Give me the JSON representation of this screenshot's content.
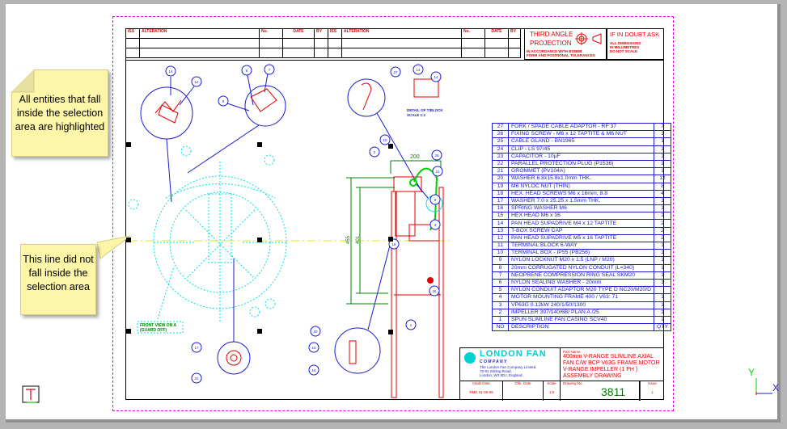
{
  "revision_table": {
    "headers_left": [
      "ISS",
      "ALTERATION",
      "No.",
      "DATE",
      "BY"
    ],
    "headers_right": [
      "ISS",
      "ALTERATION",
      "No.",
      "DATE",
      "BY"
    ]
  },
  "projection": {
    "title_line1": "THIRD ANGLE",
    "title_line2": "PROJECTION",
    "note_line1": "IN ACCORDANCE WITH BS8888",
    "note_line2": "FORM AND POSITIONAL TOLERANCES"
  },
  "doubt": {
    "title": "IF IN DOUBT ASK",
    "line1": "ALL DIMENSIONS",
    "line2": "IN MILLIMETRES",
    "line3": "DO NOT SCALE"
  },
  "parts_list": {
    "header": {
      "no": "NO",
      "description": "DESCRIPTION",
      "qty": "QTY"
    },
    "rows": [
      {
        "no": "27",
        "description": "FORK / SPADE CABLE ADAPTOR - RF 37",
        "qty": "7"
      },
      {
        "no": "26",
        "description": "FIXING SCREW - M6 x 12 TAPTITE & M6 NUT",
        "qty": "1"
      },
      {
        "no": "25",
        "description": "CABLE GLAND - BN1965",
        "qty": "1"
      },
      {
        "no": "24",
        "description": "CLIP - LS 97/45",
        "qty": "1"
      },
      {
        "no": "23",
        "description": "CAPACITOR - 10µF",
        "qty": "1"
      },
      {
        "no": "22",
        "description": "PARALLEL PROTECTION PLUG (P1536)",
        "qty": "1"
      },
      {
        "no": "21",
        "description": "GROMMET (PV104A)",
        "qty": "1"
      },
      {
        "no": "20",
        "description": "WASHER 6.8x15.8x1.0mm THK.",
        "qty": "12"
      },
      {
        "no": "19",
        "description": "M6 NYLOC NUT (THIN)",
        "qty": "8"
      },
      {
        "no": "18",
        "description": "HEX. HEAD SCREWS M6 x 16mm, 8.8",
        "qty": "4"
      },
      {
        "no": "17",
        "description": "WASHER 7.0 x 25.25 x 1.5mm THK.",
        "qty": "1"
      },
      {
        "no": "16",
        "description": "SPRING WASHER M6",
        "qty": "1"
      },
      {
        "no": "15",
        "description": "HEX HEAD M6 x 16",
        "qty": "1"
      },
      {
        "no": "14",
        "description": "PAN HEAD SUPADRIVE M4 x 12 TAPTITE",
        "qty": "2"
      },
      {
        "no": "13",
        "description": "T-BOX SCREW CAP",
        "qty": "2"
      },
      {
        "no": "12",
        "description": "PAN HEAD SUPADRIVE M5 x 16 TAPTITE",
        "qty": "2"
      },
      {
        "no": "11",
        "description": "TERMINAL BLOCK 6-WAY",
        "qty": "1"
      },
      {
        "no": "10",
        "description": "TERMINAL BOX - IP55 (PB256)",
        "qty": "1"
      },
      {
        "no": "9",
        "description": "NYLON LOCKNUT M20 x 1.5  (LNP / M20)",
        "qty": "1"
      },
      {
        "no": "8",
        "description": "20mm CORRUGATED NYLON CONDUIT (L=340)",
        "qty": "1"
      },
      {
        "no": "7",
        "description": "NEOPRENE COMPRESSION RING SEAL SKM20",
        "qty": "1"
      },
      {
        "no": "6",
        "description": "NYLON SEALING WASHER - 20mm",
        "qty": "1"
      },
      {
        "no": "5",
        "description": "NYLON CONDUIT ADAPTOR  M20 TYPE D  NC20/M20/D",
        "qty": ""
      },
      {
        "no": "4",
        "description": "MOTOR MOUNTING FRAME 400 / V63: 71",
        "qty": "1"
      },
      {
        "no": "3",
        "description": "VP63G 0.12kW 240/1/50/1300",
        "qty": "1"
      },
      {
        "no": "2",
        "description": "IMPELLER 397/140/6B/ PLAN A /25",
        "qty": "1"
      },
      {
        "no": "1",
        "description": "SPUN SLIMLINE FAN CASING SCV40",
        "qty": "1"
      }
    ]
  },
  "title_block": {
    "company_name": "LONDON FAN",
    "company_sub": "C O M P A N Y",
    "address_line1": "The London Fan Company Limited.",
    "address_line2": "75-81 Stirling Road,",
    "address_line3": "London, W3 8DJ, England.",
    "part_name_label": "Part Name",
    "part_name_lines": [
      "400mm V-RANGE SLIMLINE AXIAL",
      "FAN C/W BCP V63G FRAME MOTOR",
      " V-RANGE IMPELLER (1 PH )",
      "ASSEMBLY DRAWING"
    ],
    "initials_date_label": "Intals Date",
    "initials_date_value": "RME 01-05-99",
    "chk_date_label": "Chk. Date",
    "chk_date_value": "",
    "scale_label": "Scale",
    "scale_value": "1:5",
    "drawing_no_label": "Drawing No.",
    "drawing_no_value": "3811",
    "issue_label": "Issue",
    "issue_value": "1"
  },
  "drawing": {
    "dimension_width": "200",
    "dimension_height_1": "455",
    "dimension_height_2": "401",
    "detail_label_line1": "DETAIL OF T/BLOCK",
    "detail_label_line2": "SCALE 1:2",
    "section_label_line1": "FRONT VIEW ON A",
    "section_label_line2": "(GUARD OFF)",
    "balloons": [
      "14",
      "12",
      "6",
      "7",
      "8",
      "27",
      "14",
      "14",
      "10",
      "2",
      "26",
      "21",
      "8",
      "3",
      "1",
      "16",
      "20",
      "15",
      "16",
      "17",
      "22",
      "18"
    ]
  },
  "callouts": {
    "highlighted": "All entities that fall inside the selection area are highlighted",
    "not_selected": "This line did not fall inside the selection area"
  },
  "ucs": {
    "x_label": "X",
    "y_label": "Y"
  },
  "colors": {
    "selection": "#e000e0",
    "highlight": "#00e0e0",
    "parts_blue": "#1a1ad0",
    "red": "#e00000",
    "green": "#008000",
    "centerline": "#e8e800"
  }
}
